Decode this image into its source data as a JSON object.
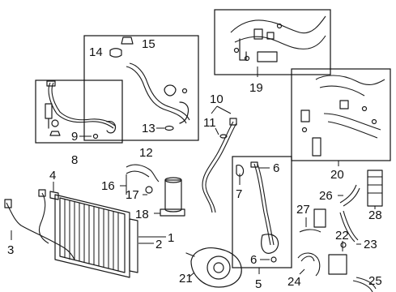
{
  "callouts": {
    "c1": "1",
    "c2": "2",
    "c3": "3",
    "c4": "4",
    "c5": "5",
    "c6a": "6",
    "c6b": "6",
    "c7": "7",
    "c8": "8",
    "c9": "9",
    "c10": "10",
    "c11": "11",
    "c12": "12",
    "c13": "13",
    "c14": "14",
    "c15": "15",
    "c16": "16",
    "c17": "17",
    "c18": "18",
    "c19": "19",
    "c20": "20",
    "c21": "21",
    "c22": "22",
    "c23": "23",
    "c24": "24",
    "c25": "25",
    "c26": "26",
    "c27": "27",
    "c28": "28"
  }
}
